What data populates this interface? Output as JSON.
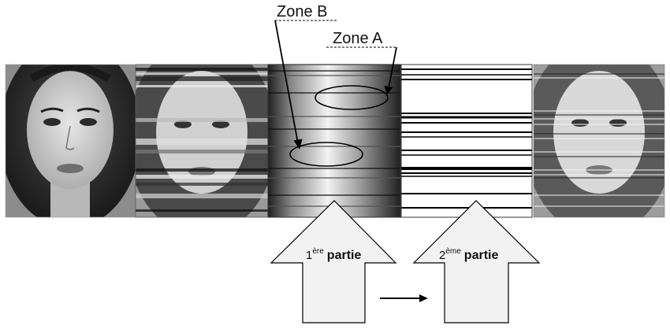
{
  "annotations": {
    "zone_b": "Zone B",
    "zone_a": "Zone A"
  },
  "arrows": {
    "first": {
      "num": "1",
      "sup": "ère",
      "word": "partie"
    },
    "second": {
      "num": "2",
      "sup": "ème",
      "word": "partie"
    }
  },
  "colors": {
    "arrow_fill": "#f2f2f2",
    "outline": "#000000"
  }
}
